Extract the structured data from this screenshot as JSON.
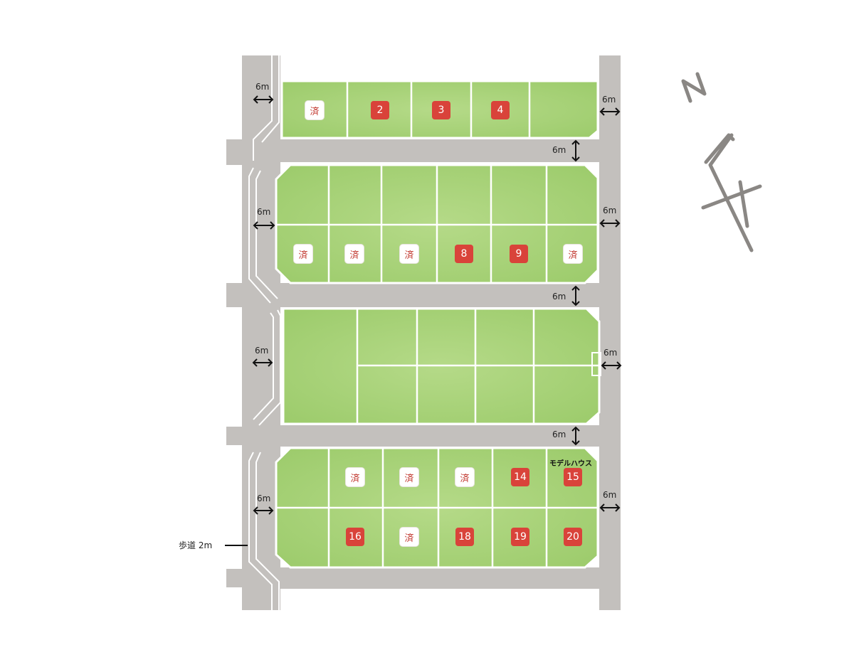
{
  "compass": {
    "north_label": "N"
  },
  "sidewalk_label": "歩道 2m",
  "model_house_label": "モデルハウス",
  "road_width_label": "6m",
  "sold_mark": "済",
  "colors": {
    "road": "#bfbcb9",
    "lot": "#a9d47c",
    "lot_dark": "#9ccb6b",
    "available": "#d9433a",
    "line": "#ffffff"
  },
  "lots": [
    {
      "id": "lot-1",
      "status": "sold",
      "label": "済"
    },
    {
      "id": "lot-2",
      "status": "available",
      "label": "2"
    },
    {
      "id": "lot-3",
      "status": "available",
      "label": "3"
    },
    {
      "id": "lot-4",
      "status": "available",
      "label": "4"
    },
    {
      "id": "lot-5",
      "status": "sold",
      "label": "済"
    },
    {
      "id": "lot-6",
      "status": "sold",
      "label": "済"
    },
    {
      "id": "lot-7",
      "status": "sold",
      "label": "済"
    },
    {
      "id": "lot-8",
      "status": "available",
      "label": "8"
    },
    {
      "id": "lot-9",
      "status": "available",
      "label": "9"
    },
    {
      "id": "lot-10",
      "status": "sold",
      "label": "済"
    },
    {
      "id": "lot-11",
      "status": "sold",
      "label": "済"
    },
    {
      "id": "lot-12",
      "status": "sold",
      "label": "済"
    },
    {
      "id": "lot-13",
      "status": "sold",
      "label": "済"
    },
    {
      "id": "lot-14",
      "status": "available",
      "label": "14"
    },
    {
      "id": "lot-15",
      "status": "available",
      "label": "15"
    },
    {
      "id": "lot-16",
      "status": "available",
      "label": "16"
    },
    {
      "id": "lot-17",
      "status": "sold",
      "label": "済"
    },
    {
      "id": "lot-18",
      "status": "available",
      "label": "18"
    },
    {
      "id": "lot-19",
      "status": "available",
      "label": "19"
    },
    {
      "id": "lot-20",
      "status": "available",
      "label": "20"
    }
  ]
}
